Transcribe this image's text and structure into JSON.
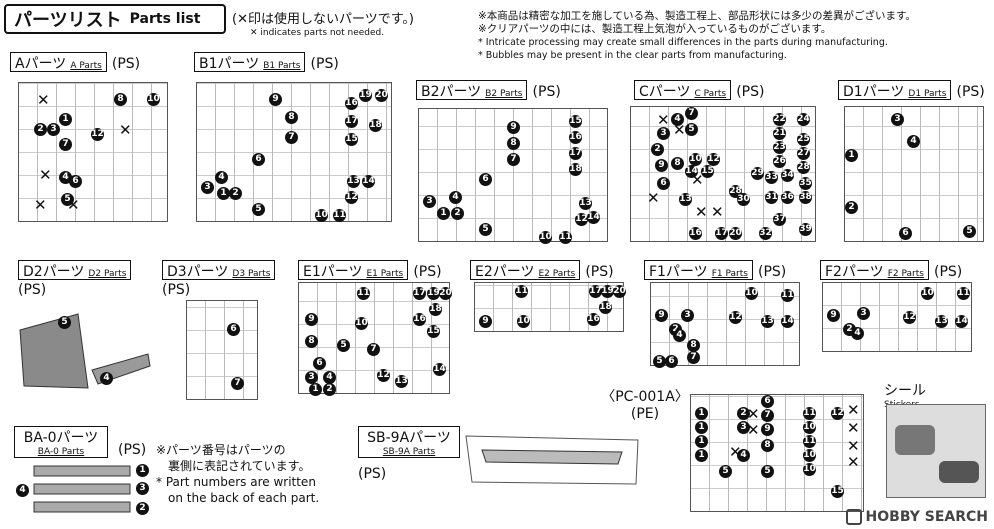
{
  "header": {
    "title_jp": "パーツリスト",
    "title_en": "Parts list",
    "x_note_jp": "(✕印は使用しないパーツです。)",
    "x_note_en": "✕ indicates parts not needed.",
    "notes": [
      "※本商品は精密な加工を施している為、製造工程上、部品形状には多少の差異がございます。",
      "※クリアパーツの中には、製造工程上気泡が入っているものがございます。",
      "* Intricate processing may create small differences in the parts during manufacturing.",
      "* Bubbles may be present in the clear parts from manufacturing."
    ]
  },
  "parts": [
    {
      "jp": "Aパーツ",
      "en": "A Parts",
      "material": "(PS)"
    },
    {
      "jp": "B1パーツ",
      "en": "B1 Parts",
      "material": "(PS)"
    },
    {
      "jp": "B2パーツ",
      "en": "B2 Parts",
      "material": "(PS)"
    },
    {
      "jp": "Cパーツ",
      "en": "C Parts",
      "material": "(PS)"
    },
    {
      "jp": "D1パーツ",
      "en": "D1 Parts",
      "material": "(PS)"
    },
    {
      "jp": "D2パーツ",
      "en": "D2 Parts",
      "material": "(PS)"
    },
    {
      "jp": "D3パーツ",
      "en": "D3 Parts",
      "material": "(PS)"
    },
    {
      "jp": "E1パーツ",
      "en": "E1 Parts",
      "material": "(PS)"
    },
    {
      "jp": "E2パーツ",
      "en": "E2 Parts",
      "material": "(PS)"
    },
    {
      "jp": "F1パーツ",
      "en": "F1 Parts",
      "material": "(PS)"
    },
    {
      "jp": "F2パーツ",
      "en": "F2 Parts",
      "material": "(PS)"
    },
    {
      "jp": "BA-0パーツ",
      "en": "BA-0 Parts",
      "material": "(PS)"
    },
    {
      "jp": "SB-9Aパーツ",
      "en": "SB-9A Parts",
      "material": "(PS)"
    }
  ],
  "pc": {
    "name": "〈PC-001A〉",
    "material": "(PE)"
  },
  "sticker": {
    "jp": "シール",
    "en": "Stickers"
  },
  "footnote": {
    "jp1": "※パーツ番号はパーツの",
    "jp2": "裏側に表記されています。",
    "en1": "* Part numbers are written",
    "en2": "on the back of each part."
  },
  "watermark": "HOBBY SEARCH",
  "markers": {
    "x": "✕"
  }
}
